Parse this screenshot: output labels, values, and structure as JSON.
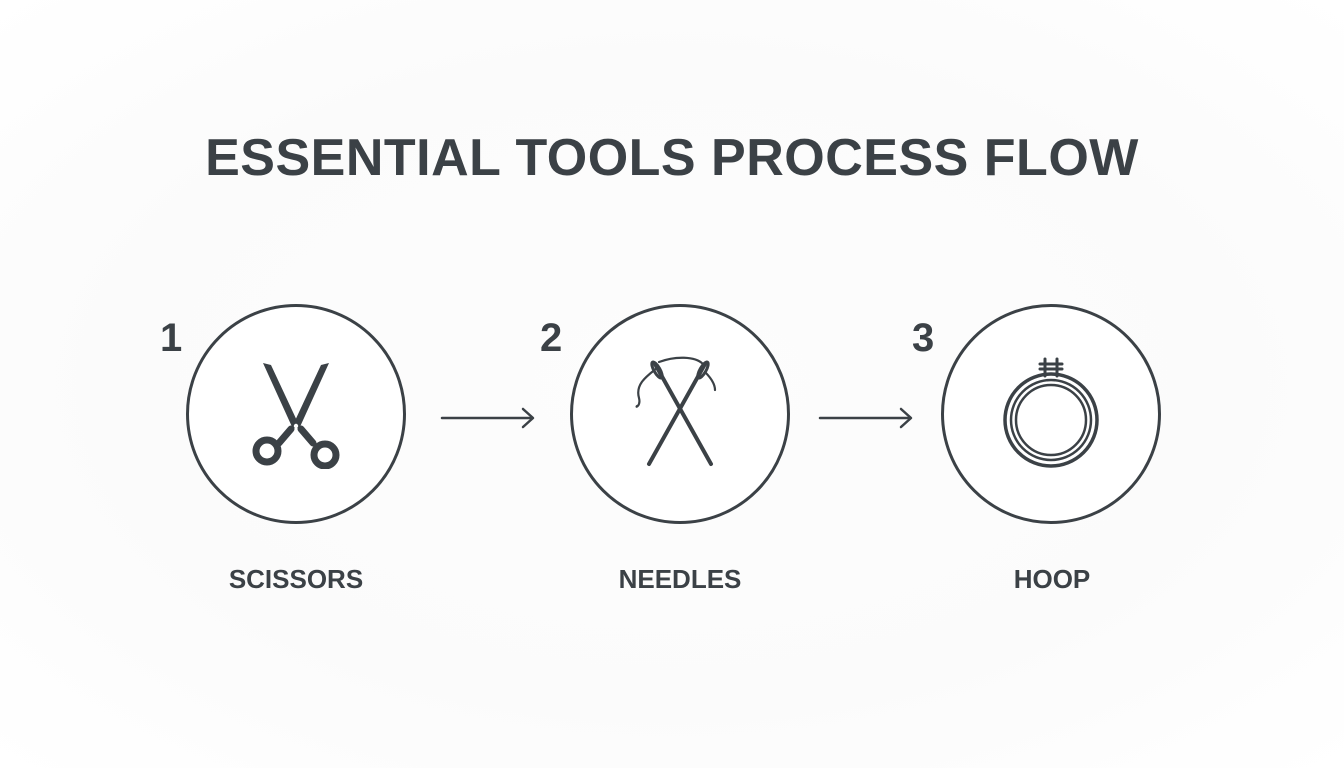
{
  "title": "ESSENTIAL TOOLS PROCESS FLOW",
  "steps": [
    {
      "number": "1",
      "label": "SCISSORS",
      "icon": "scissors-icon"
    },
    {
      "number": "2",
      "label": "NEEDLES",
      "icon": "needles-icon"
    },
    {
      "number": "3",
      "label": "HOOP",
      "icon": "hoop-icon"
    }
  ],
  "colors": {
    "ink": "#3b4146",
    "background": "#ffffff"
  }
}
